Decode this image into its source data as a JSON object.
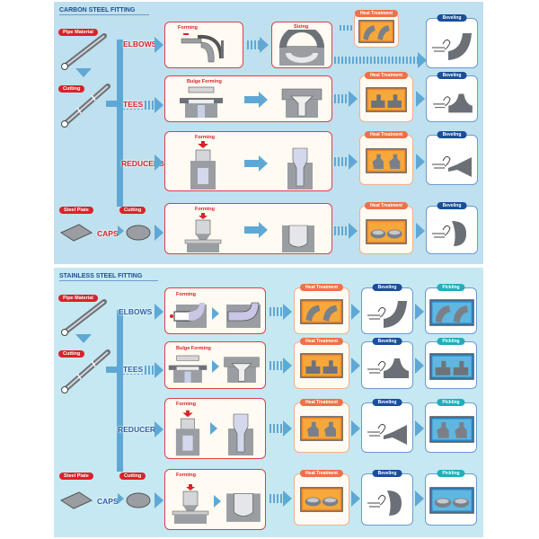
{
  "carbon": {
    "title": "CARBON STEEL FITTING",
    "pipe_material": "Pipe Material",
    "cutting": "Cutting",
    "steel_plate": "Steel Plate",
    "plate_cutting": "Cutting",
    "rows": {
      "elbows": "ELBOWS",
      "tees": "TEES",
      "reducers": "REDUCERS",
      "caps": "CAPS"
    },
    "steps": {
      "forming": "Forming",
      "sizing": "Sizing",
      "bulge_forming": "Bulge Forming",
      "heat_treatment": "Heat Treatment",
      "beveling": "Beveling"
    }
  },
  "stainless": {
    "title": "STAINLESS STEEL FITTING",
    "pipe_material": "Pipe Material",
    "cutting": "Cutting",
    "steel_plate": "Steel Plate",
    "plate_cutting": "Cutting",
    "rows": {
      "elbows": "ELBOWS",
      "tees": "TEES",
      "reducers": "REDUCERS",
      "caps": "CAPS"
    },
    "steps": {
      "forming": "Forming",
      "bulge_forming": "Bulge Forming",
      "heat_treatment": "Heat Treatment",
      "beveling": "Beveling",
      "pickling": "Pickling"
    }
  },
  "colors": {
    "accent_red": "#d8232a",
    "arrow_blue": "#5fa8d6",
    "navy": "#1a4f9a",
    "teal": "#21aebb",
    "orange": "#f07048"
  }
}
